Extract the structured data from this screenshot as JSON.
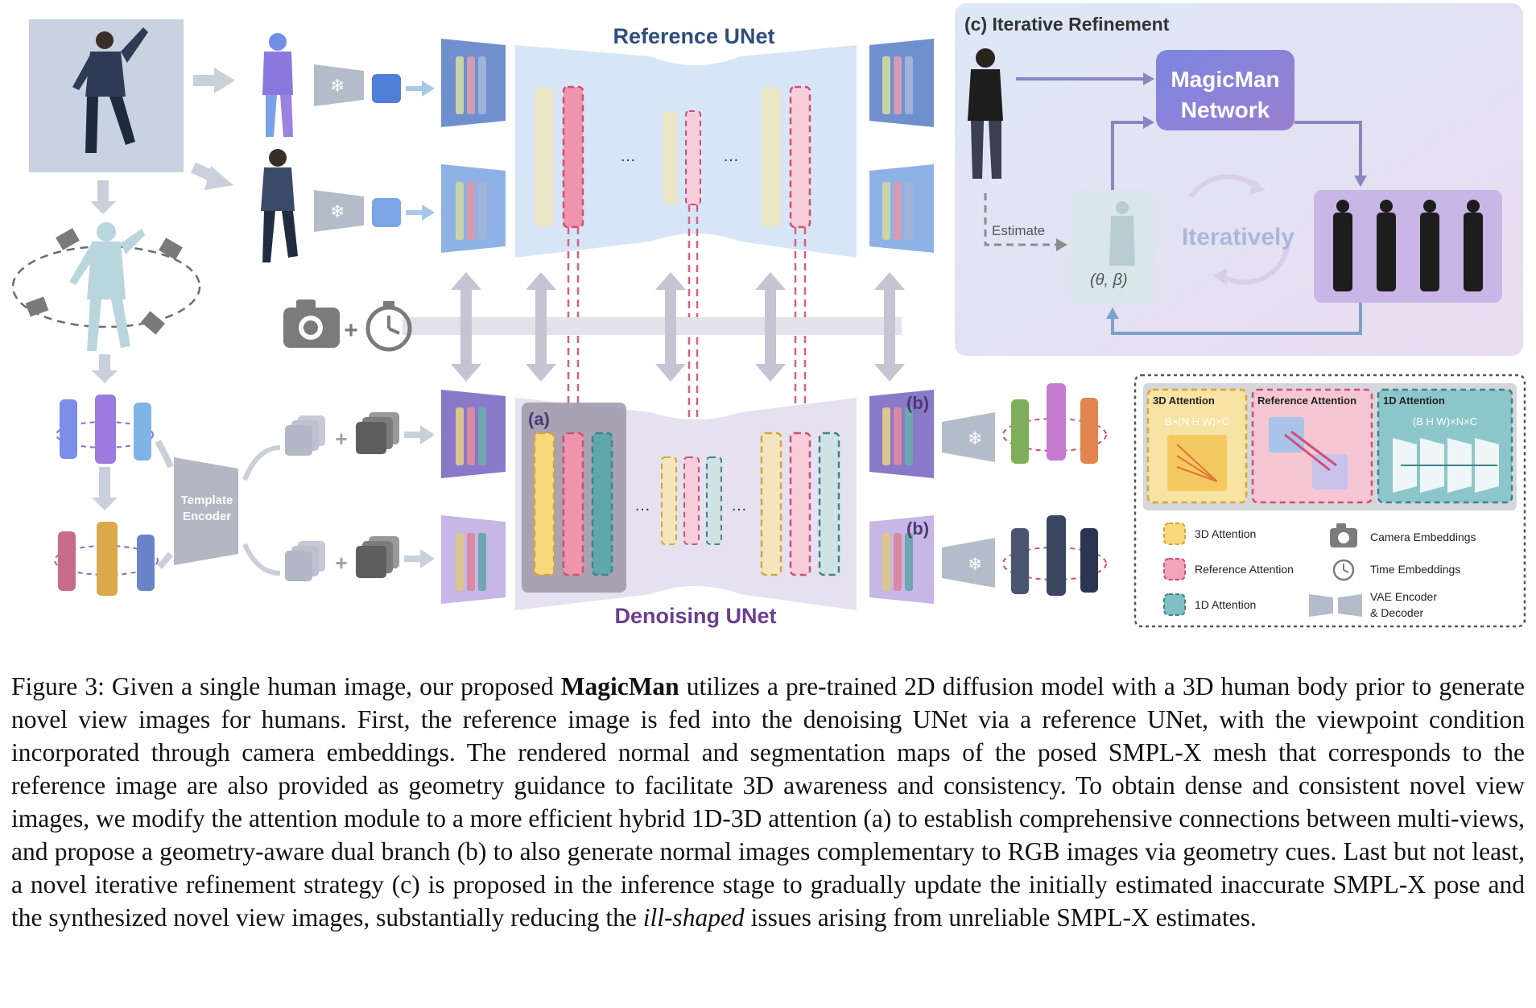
{
  "figure": {
    "reference_unet_title": "Reference UNet",
    "denoising_unet_title": "Denoising UNet",
    "iterative_title": "(c) Iterative Refinement",
    "magicman_line1": "MagicMan",
    "magicman_line2": "Network",
    "estimate_label": "Estimate",
    "theta_beta_label": "(θ, β)",
    "iteratively_label": "Iteratively",
    "template_encoder_line1": "Template",
    "template_encoder_line2": "Encoder",
    "marker_a": "(a)",
    "marker_b": "(b)",
    "ellipsis": "…",
    "plus": "+",
    "attention_boxes": {
      "attn3d_title": "3D Attention",
      "attn3d_formula": "B×(N H W)×C",
      "refattn_title": "Reference Attention",
      "attn1d_title": "1D Attention",
      "attn1d_formula": "(B H W)×N×C"
    },
    "legend": {
      "attn3d": "3D Attention",
      "refattn": "Reference Attention",
      "attn1d": "1D Attention",
      "camera": "Camera Embeddings",
      "time": "Time Embeddings",
      "vae_line1": "VAE Encoder",
      "vae_line2": "& Decoder"
    },
    "colors": {
      "title_blue": "#2f4e7e",
      "title_purple": "#6a3f8f",
      "attn3d": "#f7d87a",
      "refattn": "#f2a3b8",
      "attn1d": "#7fc0c4",
      "magicman": "#8f86d6"
    }
  },
  "caption": {
    "prefix": "Figure 3: Given a single human image, our proposed ",
    "bold": "MagicMan",
    "part1": " utilizes a pre-trained 2D diffusion model with a 3D human body prior to generate novel view images for humans. First, the reference image is fed into the denoising UNet via a reference UNet, with the viewpoint condition incorporated through camera embeddings. The rendered normal and segmentation maps of the posed SMPL-X mesh that corresponds to the reference image are also provided as geometry guidance to facilitate 3D awareness and consistency. To obtain dense and consistent novel view images, we modify the attention module to a more efficient hybrid 1D-3D attention (a) to establish comprehensive connections between multi-views, and propose a geometry-aware dual branch (b) to also generate normal images complementary to RGB images via geometry cues. Last but not least, a novel iterative refinement strategy (c) is proposed in the inference stage to gradually update the initially estimated inaccurate SMPL-X pose and the synthesized novel view images, substantially reducing the ",
    "italic": "ill-shaped",
    "part2": " issues arising from unreliable SMPL-X estimates."
  }
}
